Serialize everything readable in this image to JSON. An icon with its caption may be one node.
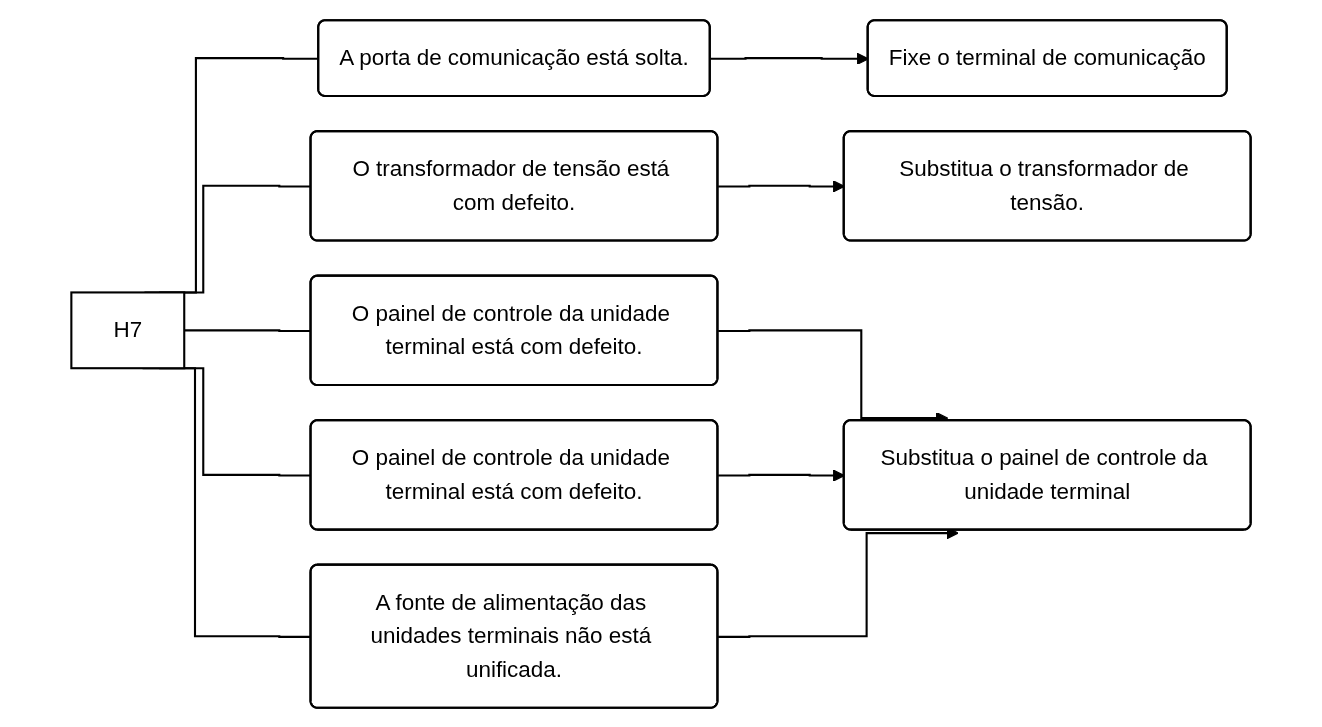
{
  "diagram": {
    "nodes": [
      {
        "text": [
          "H7"
        ]
      },
      {
        "text": [
          "A porta de comunicação está solta."
        ]
      },
      {
        "text": [
          "O transformador de tensão está com defeito."
        ]
      },
      {
        "text": [
          "O painel de controle da unidade terminal está com defeito."
        ]
      },
      {
        "text": [
          "O painel de controle da unidade terminal está com defeito."
        ]
      },
      {
        "text": [
          "A fonte de alimentação das unidades terminais não está unificada."
        ]
      },
      {
        "text": [
          "Fixe o terminal de comunicação"
        ]
      },
      {
        "text": [
          "Substitua o transformador de tensão."
        ]
      },
      {
        "text": [
          "Substitua o painel de controle da unidade terminal"
        ]
      }
    ],
    "edges": [
      {
        "from": 0,
        "to": 1,
        "arrow": "none"
      },
      {
        "from": 0,
        "to": 2,
        "arrow": "none"
      },
      {
        "from": 0,
        "to": 3,
        "arrow": "none"
      },
      {
        "from": 0,
        "to": 4,
        "arrow": "none"
      },
      {
        "from": 0,
        "to": 5,
        "arrow": "none"
      },
      {
        "from": 1,
        "to": 6,
        "arrow": "to"
      },
      {
        "from": 2,
        "to": 7,
        "arrow": "to"
      },
      {
        "from": 3,
        "to": 8,
        "arrow": "to"
      },
      {
        "from": 4,
        "to": 8,
        "arrow": "to"
      },
      {
        "from": 5,
        "to": 8,
        "arrow": "to"
      }
    ]
  }
}
